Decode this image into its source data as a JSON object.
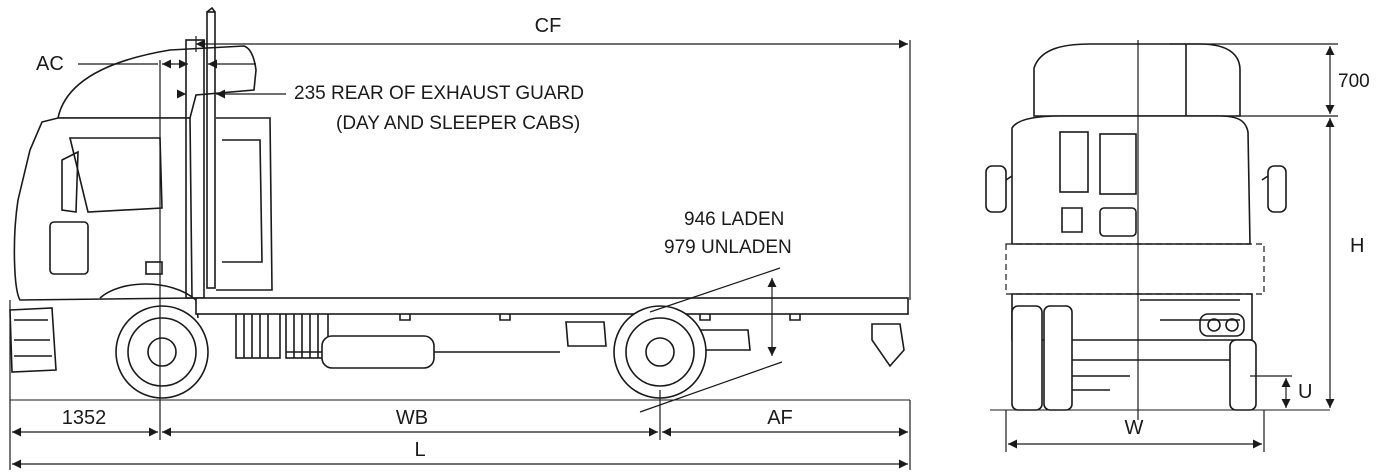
{
  "side_view": {
    "dims": {
      "cf": "CF",
      "ac": "AC",
      "exhaust_guard": "235 REAR OF EXHAUST GUARD",
      "cab_types": "(DAY AND SLEEPER CABS)",
      "laden": "946 LADEN",
      "unladen": "979 UNLADEN",
      "front_overhang": "1352",
      "wb": "WB",
      "af": "AF",
      "l": "L"
    }
  },
  "front_view": {
    "dims": {
      "roof": "700",
      "h": "H",
      "u": "U",
      "w": "W"
    }
  }
}
